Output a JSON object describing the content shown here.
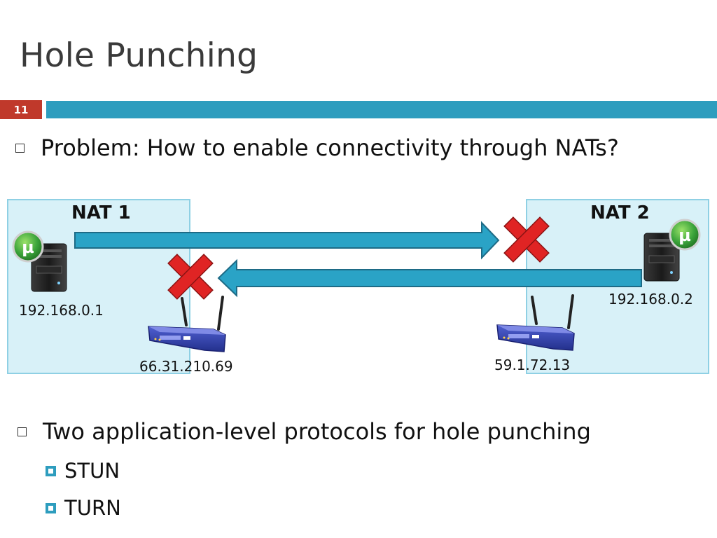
{
  "slide": {
    "title": "Hole Punching",
    "number": "11"
  },
  "bullets": [
    {
      "text": "Problem: How to enable connectivity through NATs?"
    },
    {
      "text": "Two application-level protocols for hole punching",
      "subitems": [
        "STUN",
        "TURN"
      ]
    }
  ],
  "diagram": {
    "nat1": {
      "label": "NAT 1",
      "host_ip": "192.168.0.1",
      "router_ip": "66.31.210.69"
    },
    "nat2": {
      "label": "NAT 2",
      "host_ip": "192.168.0.2",
      "router_ip": "59.1.72.13"
    },
    "host_icon": "utorrent-server-icon",
    "router_icon": "wireless-router-icon",
    "blocked_icon": "red-x-icon"
  },
  "colors": {
    "accent": "#2e9dbe",
    "slide_number_bg": "#c0392b",
    "nat_fill": "#d8f1f8",
    "nat_border": "#8fd0e4",
    "arrow_fill": "#2aa3c6",
    "arrow_stroke": "#1e6b86",
    "blocked": "#e02424"
  }
}
